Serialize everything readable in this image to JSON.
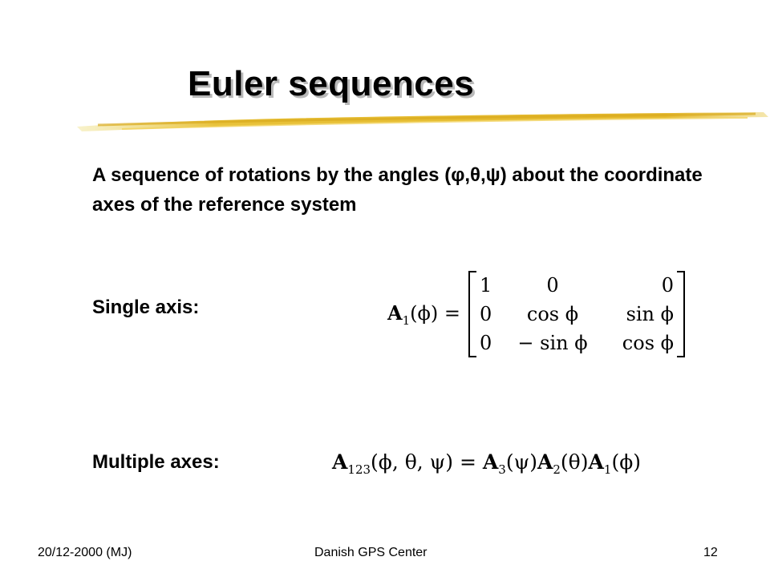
{
  "slide": {
    "title": "Euler sequences",
    "intro": "A sequence of rotations by the angles (φ,θ,ψ) about the coordinate axes of the reference system",
    "single_label": "Single axis:",
    "multi_label": "Multiple axes:"
  },
  "equations": {
    "single_lhs": "A",
    "single_lhs_sub": "1",
    "single_lhs_arg": "(ϕ) =",
    "matrix": [
      [
        "1",
        "0",
        "0"
      ],
      [
        "0",
        "cos ϕ",
        "sin ϕ"
      ],
      [
        "0",
        "− sin ϕ",
        "cos ϕ"
      ]
    ],
    "multi": {
      "a123": "A",
      "a123_sub": "123",
      "a123_arg": "(ϕ, θ, ψ) =",
      "a3": "A",
      "a3_sub": "3",
      "a3_arg": "(ψ)",
      "a2": "A",
      "a2_sub": "2",
      "a2_arg": "(θ)",
      "a1": "A",
      "a1_sub": "1",
      "a1_arg": "(ϕ)"
    }
  },
  "footer": {
    "date": "20/12-2000 (MJ)",
    "center": "Danish GPS Center",
    "page": "12"
  },
  "colors": {
    "brush": "#e8c23a",
    "title_shadow": "#b9b9b9"
  }
}
